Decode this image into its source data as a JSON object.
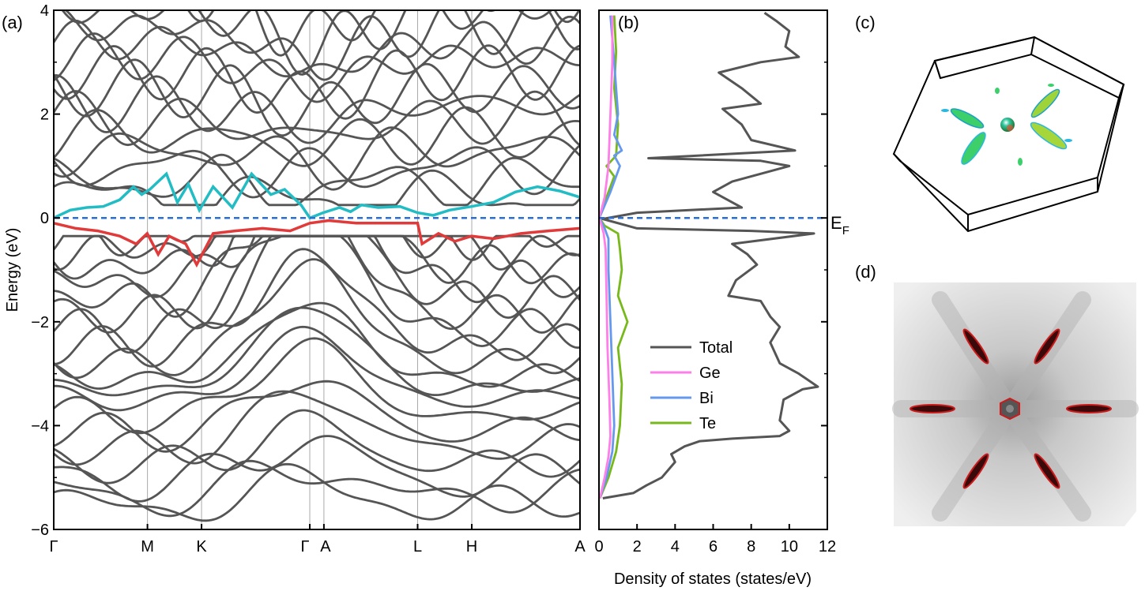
{
  "chart_data": [
    {
      "type": "line",
      "panel": "(a)",
      "ylabel": "Energy (eV)",
      "ylim": [
        -6,
        4
      ],
      "yticks": [
        "4",
        "2",
        "0",
        "−2",
        "−4",
        "−6"
      ],
      "ytick_values": [
        4,
        2,
        0,
        -2,
        -4,
        -6
      ],
      "kpath": [
        {
          "label": "Γ",
          "k": 0.0
        },
        {
          "label": "M",
          "k": 0.1705
        },
        {
          "label": "K",
          "k": 0.2689
        },
        {
          "label": "Γ",
          "k": 0.4658
        },
        {
          "label": "A",
          "k": 0.4915
        },
        {
          "label": "L",
          "k": 0.662
        },
        {
          "label": "H",
          "k": 0.7605
        },
        {
          "label": "A",
          "k": 0.9574
        }
      ],
      "colors": {
        "bands": "#555555",
        "conduction": "#22bcc4",
        "valence": "#e03a3a",
        "fermi": "#2a6fd6"
      },
      "conduction_band": [
        [
          0.0,
          0.0
        ],
        [
          0.03,
          0.15
        ],
        [
          0.06,
          0.2
        ],
        [
          0.09,
          0.22
        ],
        [
          0.12,
          0.35
        ],
        [
          0.145,
          0.6
        ],
        [
          0.16,
          0.45
        ],
        [
          0.175,
          0.55
        ],
        [
          0.205,
          0.85
        ],
        [
          0.225,
          0.3
        ],
        [
          0.245,
          0.65
        ],
        [
          0.265,
          0.15
        ],
        [
          0.29,
          0.6
        ],
        [
          0.325,
          0.2
        ],
        [
          0.36,
          0.85
        ],
        [
          0.395,
          0.45
        ],
        [
          0.42,
          0.55
        ],
        [
          0.45,
          0.25
        ],
        [
          0.466,
          0.0
        ],
        [
          0.49,
          0.1
        ],
        [
          0.52,
          0.2
        ],
        [
          0.54,
          0.12
        ],
        [
          0.56,
          0.25
        ],
        [
          0.59,
          0.2
        ],
        [
          0.63,
          0.22
        ],
        [
          0.662,
          0.1
        ],
        [
          0.69,
          0.05
        ],
        [
          0.72,
          0.15
        ],
        [
          0.76,
          0.22
        ],
        [
          0.8,
          0.3
        ],
        [
          0.84,
          0.5
        ],
        [
          0.88,
          0.6
        ],
        [
          0.92,
          0.52
        ],
        [
          0.957,
          0.4
        ]
      ],
      "valence_band": [
        [
          0.0,
          -0.1
        ],
        [
          0.04,
          -0.2
        ],
        [
          0.08,
          -0.25
        ],
        [
          0.12,
          -0.35
        ],
        [
          0.15,
          -0.5
        ],
        [
          0.17,
          -0.3
        ],
        [
          0.19,
          -0.7
        ],
        [
          0.21,
          -0.35
        ],
        [
          0.24,
          -0.5
        ],
        [
          0.26,
          -0.9
        ],
        [
          0.29,
          -0.3
        ],
        [
          0.33,
          -0.25
        ],
        [
          0.38,
          -0.2
        ],
        [
          0.43,
          -0.25
        ],
        [
          0.466,
          -0.1
        ],
        [
          0.5,
          -0.05
        ],
        [
          0.55,
          -0.1
        ],
        [
          0.6,
          -0.1
        ],
        [
          0.662,
          -0.1
        ],
        [
          0.67,
          -0.5
        ],
        [
          0.7,
          -0.3
        ],
        [
          0.73,
          -0.45
        ],
        [
          0.76,
          -0.35
        ],
        [
          0.8,
          -0.4
        ],
        [
          0.85,
          -0.3
        ],
        [
          0.9,
          -0.25
        ],
        [
          0.957,
          -0.2
        ]
      ]
    },
    {
      "type": "line",
      "panel": "(b)",
      "xlabel": "Density of states (states/eV)",
      "xlim": [
        0,
        12
      ],
      "xticks": [
        "0",
        "2",
        "4",
        "6",
        "8",
        "10",
        "12"
      ],
      "xtick_values": [
        0,
        2,
        4,
        6,
        8,
        10,
        12
      ],
      "ylim": [
        -6,
        4
      ],
      "fermi_label": "E",
      "fermi_sub": "F",
      "series": [
        {
          "name": "Total",
          "color": "#555555",
          "points": [
            [
              0.2,
              -5.4
            ],
            [
              1.8,
              -5.3
            ],
            [
              2.5,
              -5.15
            ],
            [
              3.3,
              -5.0
            ],
            [
              4.0,
              -4.7
            ],
            [
              3.8,
              -4.55
            ],
            [
              4.5,
              -4.4
            ],
            [
              5.3,
              -4.3
            ],
            [
              7.0,
              -4.25
            ],
            [
              9.5,
              -4.2
            ],
            [
              10.0,
              -4.1
            ],
            [
              9.5,
              -3.9
            ],
            [
              9.7,
              -3.5
            ],
            [
              10.7,
              -3.3
            ],
            [
              11.5,
              -3.25
            ],
            [
              10.5,
              -3.0
            ],
            [
              9.5,
              -2.8
            ],
            [
              9.0,
              -2.4
            ],
            [
              9.5,
              -2.1
            ],
            [
              9.0,
              -1.9
            ],
            [
              8.5,
              -1.6
            ],
            [
              6.8,
              -1.5
            ],
            [
              7.2,
              -1.2
            ],
            [
              8.3,
              -0.9
            ],
            [
              7.8,
              -0.7
            ],
            [
              7.0,
              -0.5
            ],
            [
              11.3,
              -0.3
            ],
            [
              8.0,
              -0.25
            ],
            [
              2.0,
              -0.2
            ],
            [
              0.2,
              -0.02
            ],
            [
              2.0,
              0.1
            ],
            [
              7.5,
              0.2
            ],
            [
              6.0,
              0.5
            ],
            [
              7.0,
              0.7
            ],
            [
              10.0,
              1.0
            ],
            [
              8.5,
              1.1
            ],
            [
              2.6,
              1.15
            ],
            [
              10.3,
              1.3
            ],
            [
              8.0,
              1.5
            ],
            [
              7.5,
              1.8
            ],
            [
              6.5,
              2.1
            ],
            [
              8.5,
              2.2
            ],
            [
              7.5,
              2.5
            ],
            [
              6.3,
              2.8
            ],
            [
              8.5,
              3.0
            ],
            [
              10.5,
              3.1
            ],
            [
              9.8,
              3.3
            ],
            [
              10.0,
              3.6
            ],
            [
              9.3,
              3.8
            ],
            [
              8.7,
              3.95
            ]
          ]
        },
        {
          "name": "Ge",
          "color": "#ff7fe8",
          "points": [
            [
              0.05,
              -5.4
            ],
            [
              0.3,
              -5.0
            ],
            [
              0.5,
              -4.6
            ],
            [
              0.6,
              -4.2
            ],
            [
              0.55,
              -3.5
            ],
            [
              0.45,
              -2.5
            ],
            [
              0.4,
              -1.5
            ],
            [
              0.35,
              -0.6
            ],
            [
              0.25,
              -0.3
            ],
            [
              0.02,
              0.0
            ],
            [
              0.3,
              0.4
            ],
            [
              0.5,
              1.0
            ],
            [
              0.6,
              2.0
            ],
            [
              0.7,
              3.0
            ],
            [
              0.7,
              3.9
            ]
          ]
        },
        {
          "name": "Bi",
          "color": "#6699ee",
          "points": [
            [
              0.05,
              -5.4
            ],
            [
              0.4,
              -5.0
            ],
            [
              0.7,
              -4.5
            ],
            [
              0.8,
              -4.0
            ],
            [
              0.7,
              -3.0
            ],
            [
              0.6,
              -2.0
            ],
            [
              0.5,
              -1.0
            ],
            [
              0.5,
              -0.4
            ],
            [
              0.3,
              -0.2
            ],
            [
              0.02,
              0.0
            ],
            [
              0.6,
              0.5
            ],
            [
              1.1,
              1.0
            ],
            [
              0.8,
              1.2
            ],
            [
              1.2,
              1.3
            ],
            [
              0.8,
              1.6
            ],
            [
              1.0,
              2.0
            ],
            [
              0.8,
              3.0
            ],
            [
              0.6,
              3.9
            ]
          ]
        },
        {
          "name": "Te",
          "color": "#77b81b",
          "points": [
            [
              0.05,
              -5.4
            ],
            [
              0.5,
              -5.0
            ],
            [
              0.9,
              -4.5
            ],
            [
              1.1,
              -4.0
            ],
            [
              1.2,
              -3.2
            ],
            [
              1.0,
              -2.5
            ],
            [
              1.5,
              -2.0
            ],
            [
              1.0,
              -1.5
            ],
            [
              1.2,
              -1.0
            ],
            [
              1.1,
              -0.6
            ],
            [
              1.0,
              -0.3
            ],
            [
              0.3,
              -0.15
            ],
            [
              0.02,
              0.0
            ],
            [
              0.4,
              0.4
            ],
            [
              0.8,
              0.8
            ],
            [
              0.4,
              1.0
            ],
            [
              0.9,
              1.2
            ],
            [
              1.0,
              1.8
            ],
            [
              0.8,
              2.5
            ],
            [
              0.9,
              3.2
            ],
            [
              0.8,
              3.9
            ]
          ]
        }
      ]
    }
  ],
  "panels": {
    "c": {
      "label": "(c)"
    },
    "d": {
      "label": "(d)"
    }
  }
}
